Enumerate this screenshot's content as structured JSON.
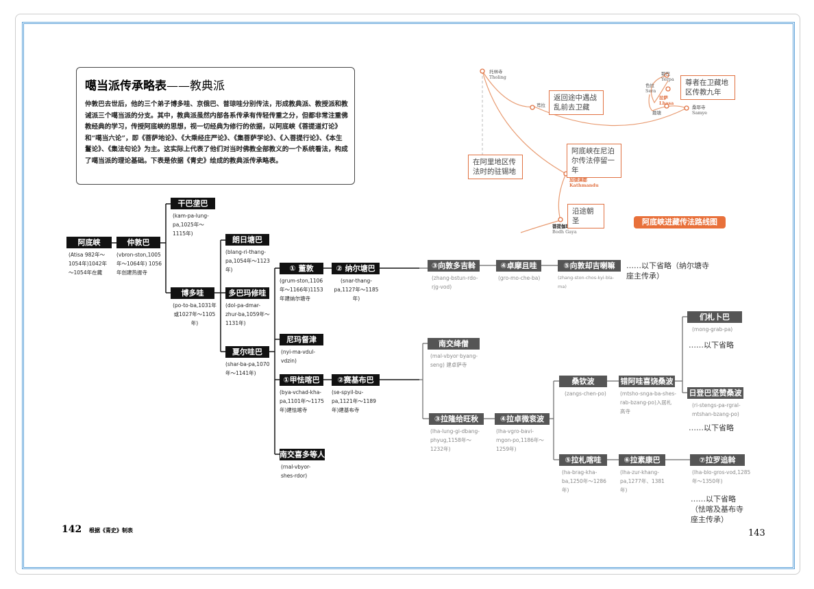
{
  "intro": {
    "title": "噶当派传承略表",
    "title_sub": "——教典派",
    "text": "仲敦巴去世后，他的三个弟子博多哇、京俄巴、普琼哇分别传法，形成教典派、教授派和教诫派三个噶当派的分支。其中，教典派虽然内部各系传承有传轻传重之分，但都非常注重佛教经典的学习，传授阿底峡的思想，视一切经典为修行的依据，以阿底峡《菩提道灯论》和“噶当六论”，即《菩萨地论》、《大乘经庄严论》、《集菩萨学论》、《入菩提行论》、《本生鬘论》、《集法句论》为主。这实际上代表了他们对当时佛教全部教义的一个系统看法，构成了噶当派的理论基础。下表是依据《青史》绘成的教典派传承略表。"
  },
  "map": {
    "title": "阿底峡进藏传法路线图",
    "places": {
      "tholing": "托林寺",
      "tholing_en": "Tholing",
      "kyerong": "芎拉",
      "yerpa": "耶巴",
      "yerpa_en": "Yerpa",
      "sera": "色拉",
      "sera_en": "Sera",
      "lhasa": "拉萨",
      "lhasa_en": "Lhasa",
      "nyetang": "聂塘",
      "samye": "桑耶寺",
      "samye_en": "Samye",
      "kathmandu": "加德满都",
      "kathmandu_en": "Kathmandu",
      "bodhgaya": "菩提伽耶",
      "bodhgaya_en": "Bodh Gaya"
    },
    "notes": {
      "return": "返回途中遇战乱前去卫藏",
      "uzang": "尊者在卫藏地区传教九年",
      "ngari": "在阿里地区传法时的驻锡地",
      "nepal": "阿底峡在尼泊尔传法停留一年",
      "pilgrim": "沿途朝圣"
    }
  },
  "nodes": {
    "atisha": {
      "name": "阿底峡",
      "info": "(Atisa 982年～1054年)1042年～1054年在藏"
    },
    "dromton": {
      "name": "仲敦巴",
      "info": "(vbron-ston,1005年～1064年) 1056年创建热振寺"
    },
    "kampa": {
      "name": "干巴垄巴",
      "info": "(kam-pa-lung-pa,1025年～1115年)"
    },
    "potoba": {
      "name": "博多哇",
      "info": "(po-to-ba,1031年或1027年～1105年)"
    },
    "langri": {
      "name": "朗日塘巴",
      "info": "(blang-ri-thang-pa,1054年～1123年)"
    },
    "dolpa": {
      "name": "多巴玛修哇",
      "info": "(dol-pa-dmar-zhur-ba,1059年～1131年)"
    },
    "sharwa": {
      "name": "夏尔哇巴",
      "info": "(shar-ba-pa,1070年～1141年)"
    },
    "grumston": {
      "name": "① 董敦",
      "info": "(grum-ston,1106年～1166年)1153年建纳尔塘寺"
    },
    "narthang": {
      "name": "② 纳尔塘巴",
      "info": "(snar-thang-pa,1127年～1185年)"
    },
    "nyima": {
      "name": "尼玛督津",
      "info": "(nyi-ma-vdul-vdzin)"
    },
    "chekawa": {
      "name": "①甲怯喀巴",
      "info": "(bya-vchad-kha-pa,1101年～1175年)建怯喀寺"
    },
    "sepyil": {
      "name": "②赛基布巴",
      "info": "(se-spyil-bu-pa,1121年～1189年)建基布寺"
    },
    "naljor": {
      "name": "南交喜多等人",
      "info": "(rnal-vbyor-shes-rdor)"
    },
    "zhangdorje": {
      "name": "③向敦多吉斡",
      "info": "(zhang-bstun-rdo-rjg-vod)"
    },
    "gromo": {
      "name": "④卓摩且哇",
      "info": "(gro-mo-che-ba)"
    },
    "zhangchos": {
      "name": "⑤向敦却吉喇嘛",
      "info": "(zhang-ston-chos-kyi-bla-ma)"
    },
    "naljorjang": {
      "name": "南交绛僧",
      "info": "(mal-vbyor·byang-seng) 建卓萨寺"
    },
    "lhalung": {
      "name": "③拉隆给旺秋",
      "info": "(lha-lung-gi-dbang-phyug,1158年～1232年)"
    },
    "lhagro": {
      "name": "④拉卓微衮波",
      "info": "(lha-vgro-bavi-mgon-po,1186年～1259年)"
    },
    "zangchen": {
      "name": "桑钦波",
      "info": "(zangs-chen-po)"
    },
    "tshonga": {
      "name": "错阿哇喜饶桑波",
      "info": "(mtsho-snga-ba-shes-rab-bzang-po)入居札高寺"
    },
    "mongdrab": {
      "name": "们札卜巴",
      "info": "(mong-grab-pa)"
    },
    "ritengpa": {
      "name": "日登巴坚赞桑波",
      "info": "(ri-stengs-pa-rgral-mtshan-bzang-po)"
    },
    "lhadrag": {
      "name": "⑤拉札喀哇",
      "info": "(ha-brag-kha-ba,1250年～1286年)"
    },
    "lhazur": {
      "name": "⑥拉素康巴",
      "info": "(lha-zur-khang-pa,1277年、1381年)"
    },
    "lhablo": {
      "name": "⑦拉罗追斡",
      "info": "(lha-blo-gros-vod,1285年～1350年)"
    }
  },
  "notes": {
    "narthang": "……以下省略（纳尔塘寺座主传承）",
    "omit1": "……以下省略",
    "omit2": "……以下省略",
    "chekar": "……以下省略（怯喀及基布寺座主传承）"
  },
  "footer": {
    "left_page": "142",
    "source": "根据《青史》制表",
    "right_page": "143"
  }
}
